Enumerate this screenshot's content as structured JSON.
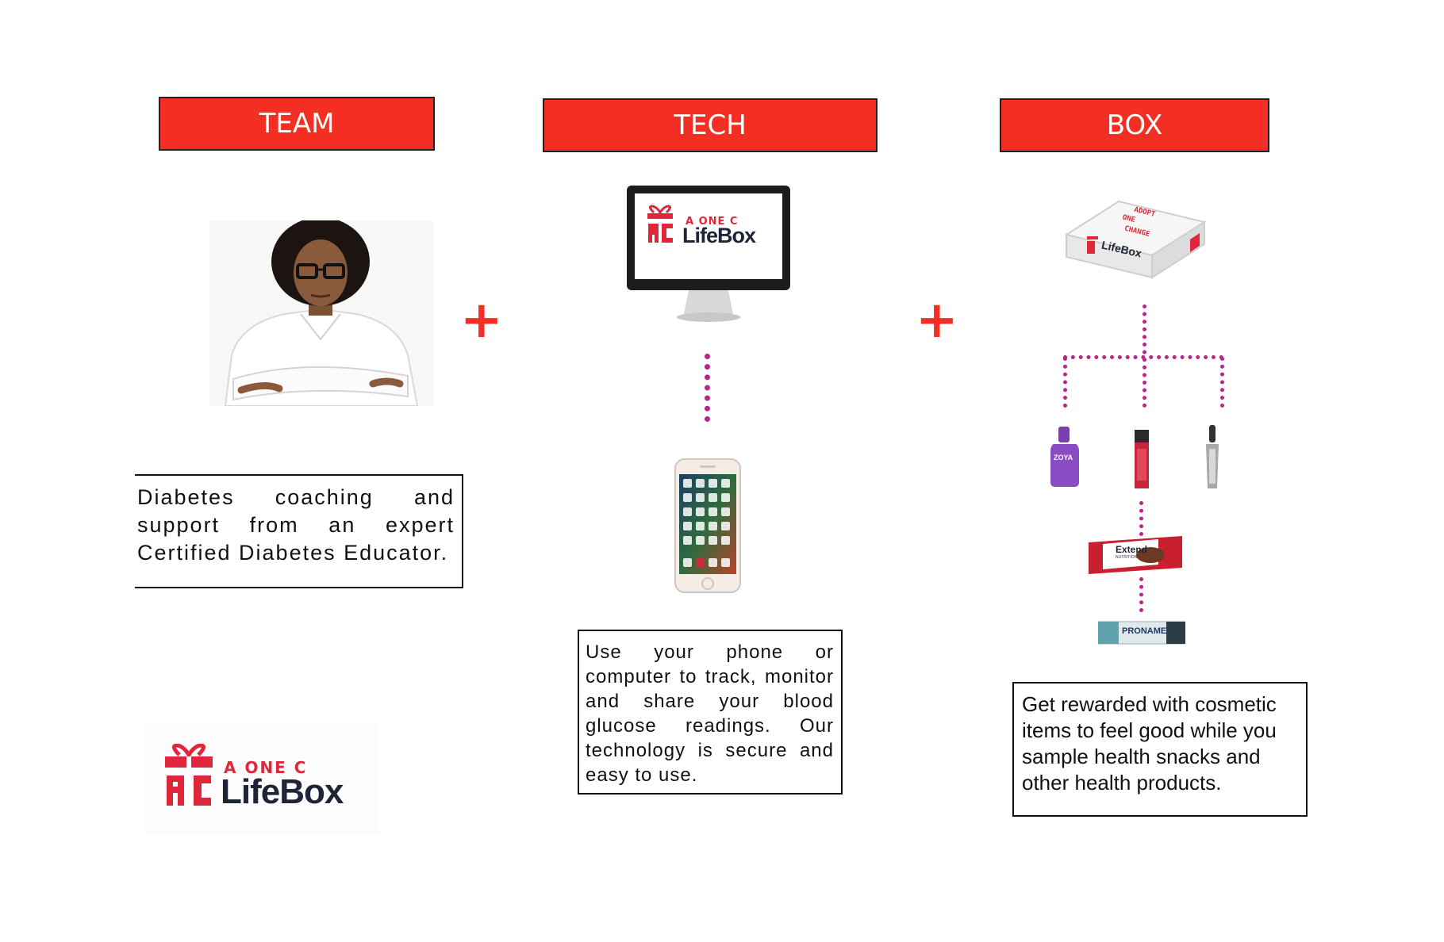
{
  "columns": {
    "team": {
      "header": "TEAM",
      "description": "Diabetes coaching and support from an expert Certified Diabetes Educator."
    },
    "tech": {
      "header": "TECH",
      "description": "Use your phone or computer to track, monitor and share your blood glucose readings. Our technology is secure and easy to use."
    },
    "box": {
      "header": "BOX",
      "description": "Get rewarded with cosmetic items to feel good while you sample health snacks and other health products.",
      "box_lid_text": [
        "ADOPT",
        "ONE",
        "CHANGE"
      ],
      "product_labels": {
        "nail_polish": "ZOYA",
        "snack_bar": "Extend",
        "snack_bar_sub": "NUTRITION",
        "toothpaste": "PRONAMEL"
      }
    }
  },
  "plus_symbol": "+",
  "logo": {
    "line1": "A ONE C",
    "line2": "LifeBox",
    "mark": "AC"
  },
  "colors": {
    "header_red": "#f42e22",
    "connector_magenta": "#b4288a",
    "logo_red": "#e0263a",
    "logo_dark": "#1f2536"
  },
  "icons": [
    "person-photo",
    "monitor-icon",
    "phone-icon",
    "gift-box-icon",
    "nail-polish-icon",
    "lip-gloss-icon",
    "mascara-icon",
    "snack-bar-icon",
    "toothpaste-icon"
  ]
}
